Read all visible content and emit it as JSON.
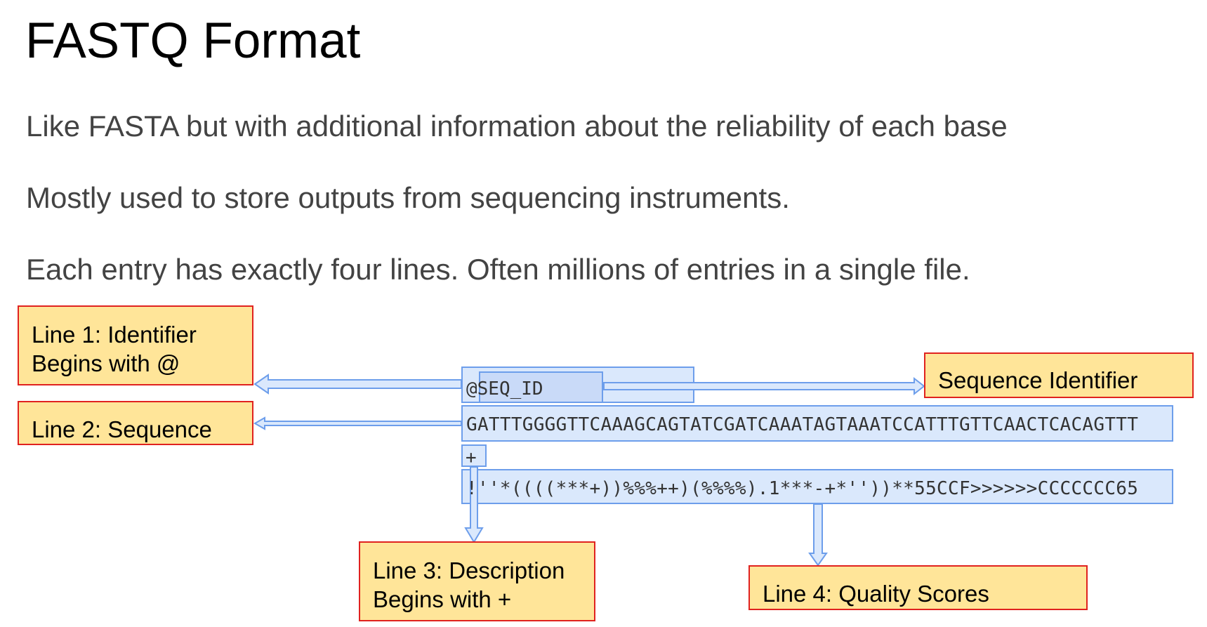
{
  "slide": {
    "title": "FASTQ Format",
    "bullets": [
      "Like FASTA but with additional information about the reliability of each base",
      "Mostly used to store outputs from sequencing instruments.",
      "Each entry has exactly four lines. Often millions of entries in a single file."
    ]
  },
  "fastq_example": {
    "line1": "@SEQ_ID",
    "line2": "GATTTGGGGTTCAAAGCAGTATCGATCAAATAGTAAATCCATTTGTTCAACTCACAGTTT",
    "line3": "+",
    "line4": "!''*((((***+))%%%++)(%%%%).1***-+*''))**55CCF>>>>>>CCCCCCC65"
  },
  "callouts": {
    "line1": [
      "Line 1: Identifier",
      "Begins with @"
    ],
    "line2": [
      "Line 2: Sequence"
    ],
    "sequence_identifier": [
      "Sequence Identifier"
    ],
    "line3": [
      "Line 3: Description",
      "Begins with +"
    ],
    "line4": [
      "Line 4: Quality Scores"
    ]
  },
  "colors": {
    "callout_fill": "#ffe599",
    "callout_border": "#e0221f",
    "code_fill": "#dae8fc",
    "code_border": "#6d9eeb"
  }
}
